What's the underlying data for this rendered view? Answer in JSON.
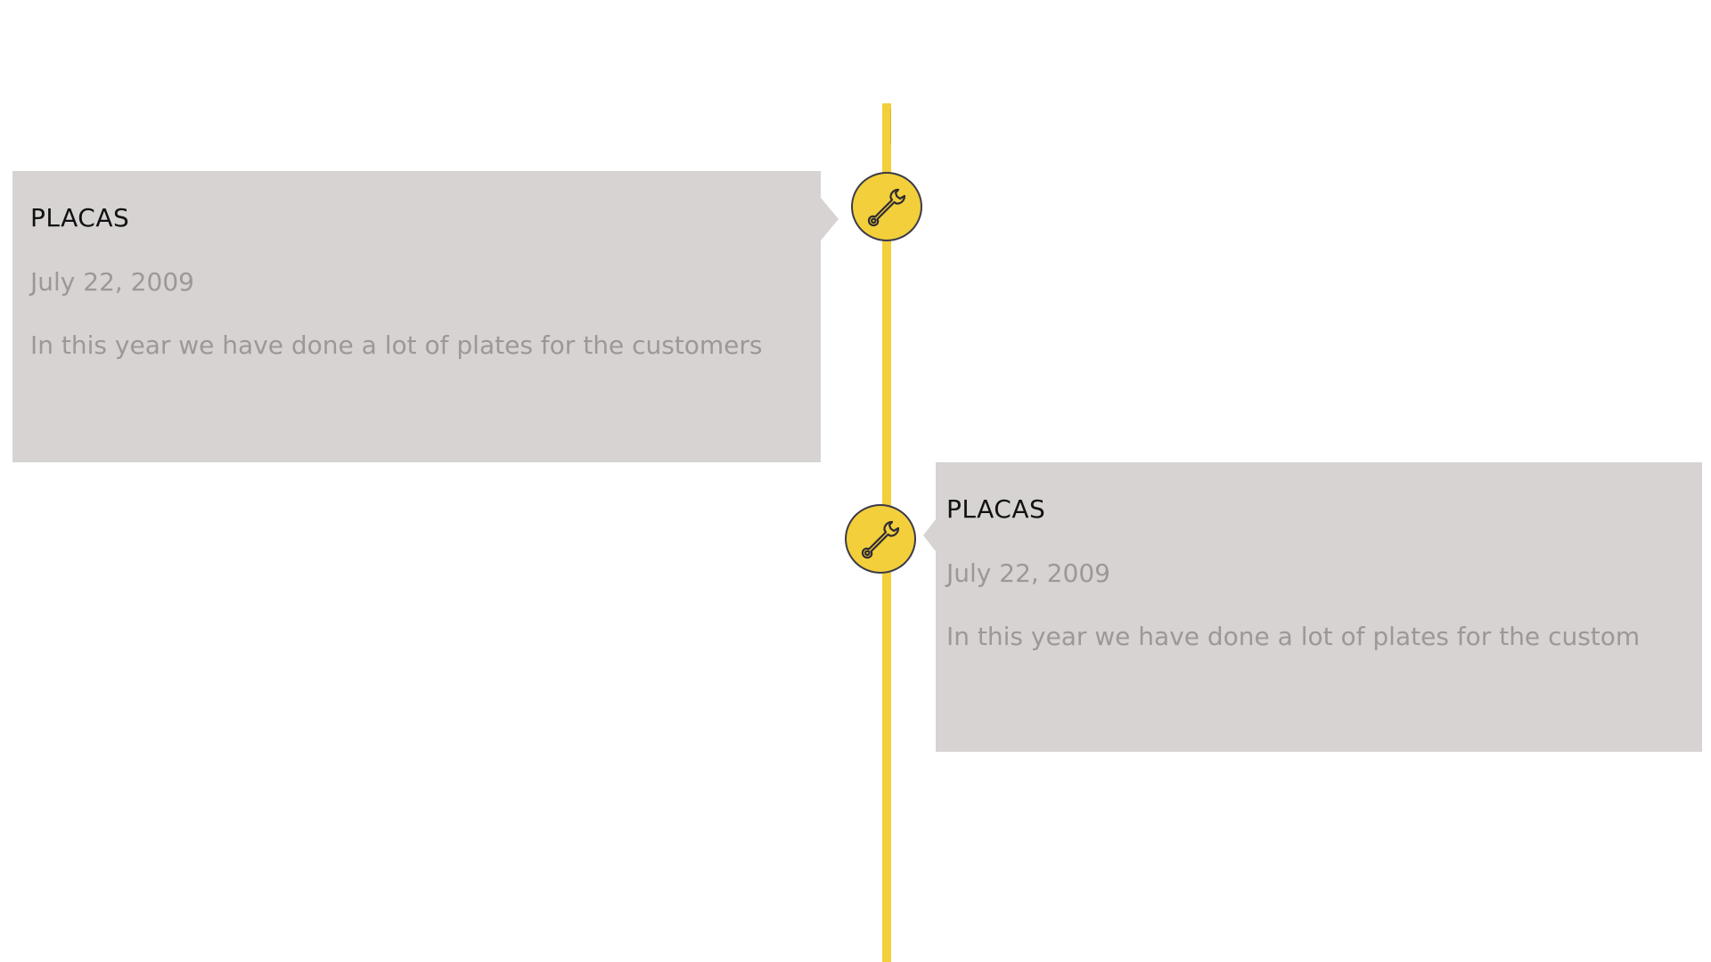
{
  "timeline": {
    "accent_color": "#f2cf3b",
    "card_color": "#d7d3d3",
    "events": [
      {
        "title": "PLACAS",
        "date": "July 22, 2009",
        "description": "In this year we have done a lot of plates for the customers",
        "icon": "wrench-icon"
      },
      {
        "title": "PLACAS",
        "date": "July 22, 2009",
        "description": "In this year we have done a lot of plates for the custom",
        "icon": "wrench-icon"
      }
    ]
  }
}
